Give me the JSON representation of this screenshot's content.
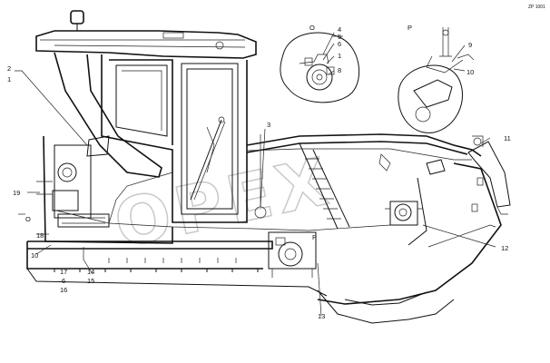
{
  "corner_code": "ZP 1001",
  "watermark": "OPEX",
  "callouts": {
    "n1": "1",
    "n2": "2",
    "n3": "3",
    "n4": "4",
    "n5": "5",
    "n6": "6",
    "n8": "8",
    "n9": "9",
    "n10": "10",
    "n11": "11",
    "n12": "12",
    "n13": "13",
    "n14": "14",
    "n15": "15",
    "n16": "16",
    "n17": "17",
    "n18": "18",
    "n19": "19",
    "n6b": "6",
    "n1b": "1"
  },
  "view_markers": {
    "O_detail": "O",
    "P_detail": "P",
    "O_main": "O",
    "P_main": "P"
  }
}
